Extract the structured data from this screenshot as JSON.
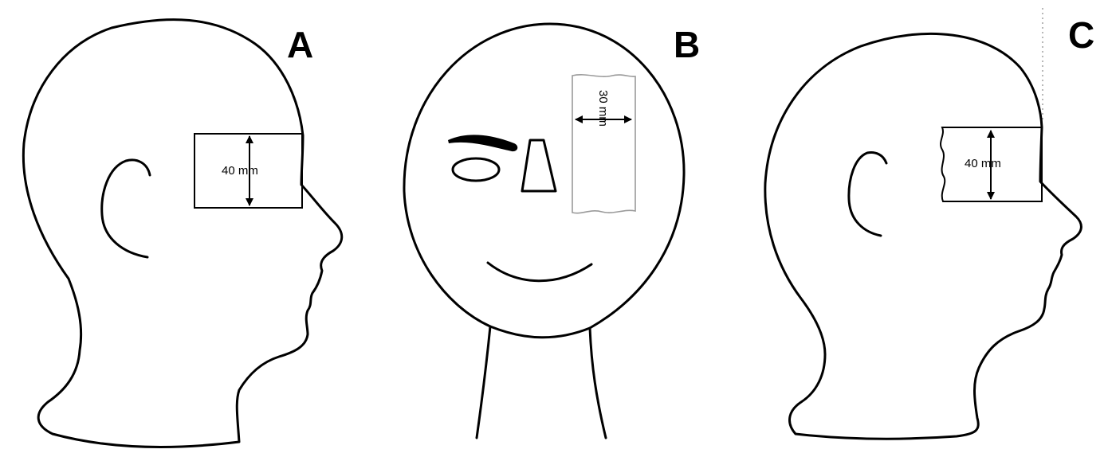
{
  "panels": [
    {
      "letter": "A",
      "dimension": "40 mm"
    },
    {
      "letter": "B",
      "dimension": "30 mm"
    },
    {
      "letter": "C",
      "dimension": "40 mm"
    }
  ]
}
